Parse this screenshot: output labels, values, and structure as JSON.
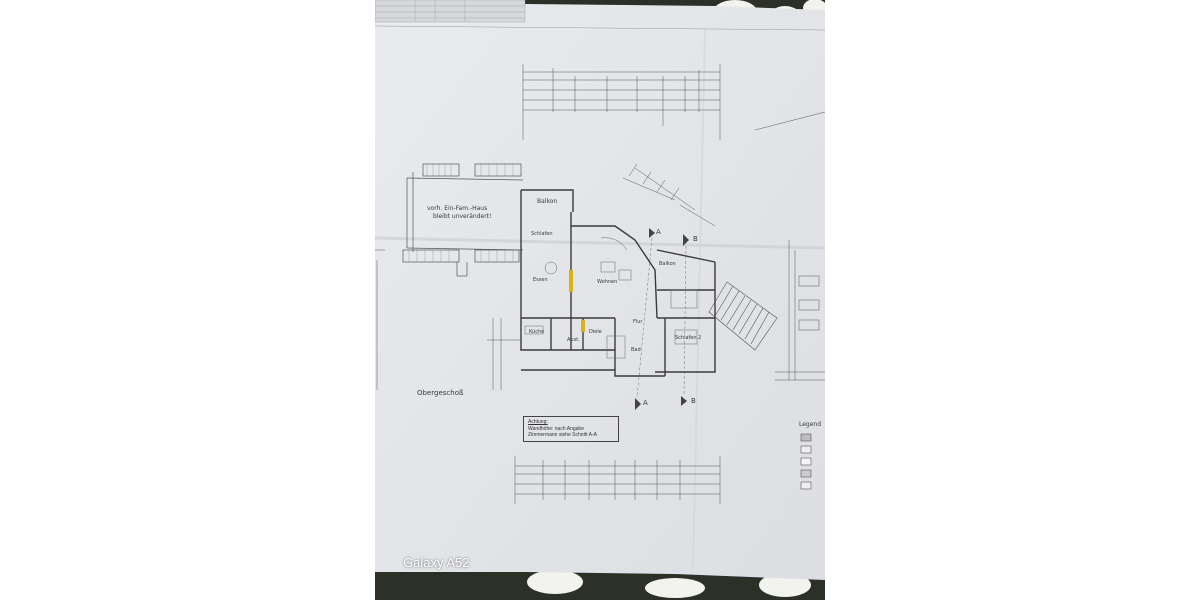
{
  "photo": {
    "camera_watermark": "Galaxy A52"
  },
  "plan": {
    "floor_label": "Obergeschoß",
    "labels": {
      "existing_house_line1": "vorh. Ein-Fam.-Haus",
      "existing_house_line2": "bleibt unverändert!",
      "balkon_left": "Balkon",
      "schlafen_left": "Schlafen",
      "essen": "Essen",
      "wohnen": "Wohnen",
      "balkon_right": "Balkon",
      "kuche": "Küche",
      "abst": "Abst.",
      "diele": "Diele",
      "flur": "Flur",
      "bad": "Bad",
      "schlafen2": "Schlafen 2",
      "section_a": "A",
      "section_b": "B"
    },
    "note": {
      "line1": "Achtung:",
      "line2": "Wandhöhe: nach Angabe",
      "line3": "Zimmermann siehe Schnitt A-A"
    },
    "legend_title": "Legend"
  },
  "colors": {
    "paper": "#e6e8ec",
    "ink": "#4a4a4a",
    "yellow_wall": "#d9b21c",
    "tablecloth_dark": "#2b3126",
    "tablecloth_light": "#f2f2ee"
  },
  "icons": {
    "section_marker": "triangle-section-marker"
  }
}
